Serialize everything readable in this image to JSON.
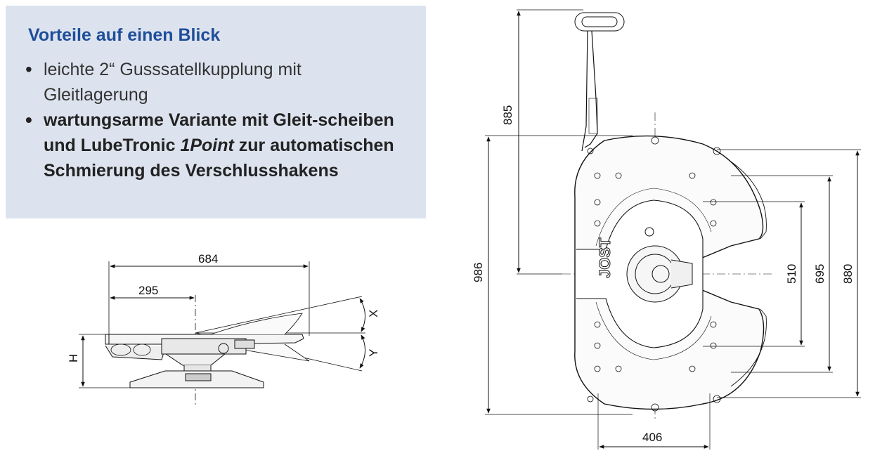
{
  "info": {
    "title": "Vorteile auf einen Blick",
    "bullets": [
      {
        "text_line1": "leichte 2“ Gusssatellkupplung mit",
        "text_line2": "Gleitlagerung"
      },
      {
        "text_pre": "wartungsarme Variante mit Gleit-scheiben und LubeTronic ",
        "text_em": "1Point",
        "text_post": " zur automatischen Schmierung des Verschlusshakens"
      }
    ]
  },
  "side_view": {
    "dims": {
      "total_length": "684",
      "offset": "295",
      "height": "H",
      "tilt_x": "X",
      "tilt_y": "Y"
    }
  },
  "top_view": {
    "dims": {
      "handle": "885",
      "overall": "986",
      "slot": "510",
      "inner": "695",
      "outer": "880",
      "width": "406"
    },
    "brand_mark": "JOST"
  }
}
